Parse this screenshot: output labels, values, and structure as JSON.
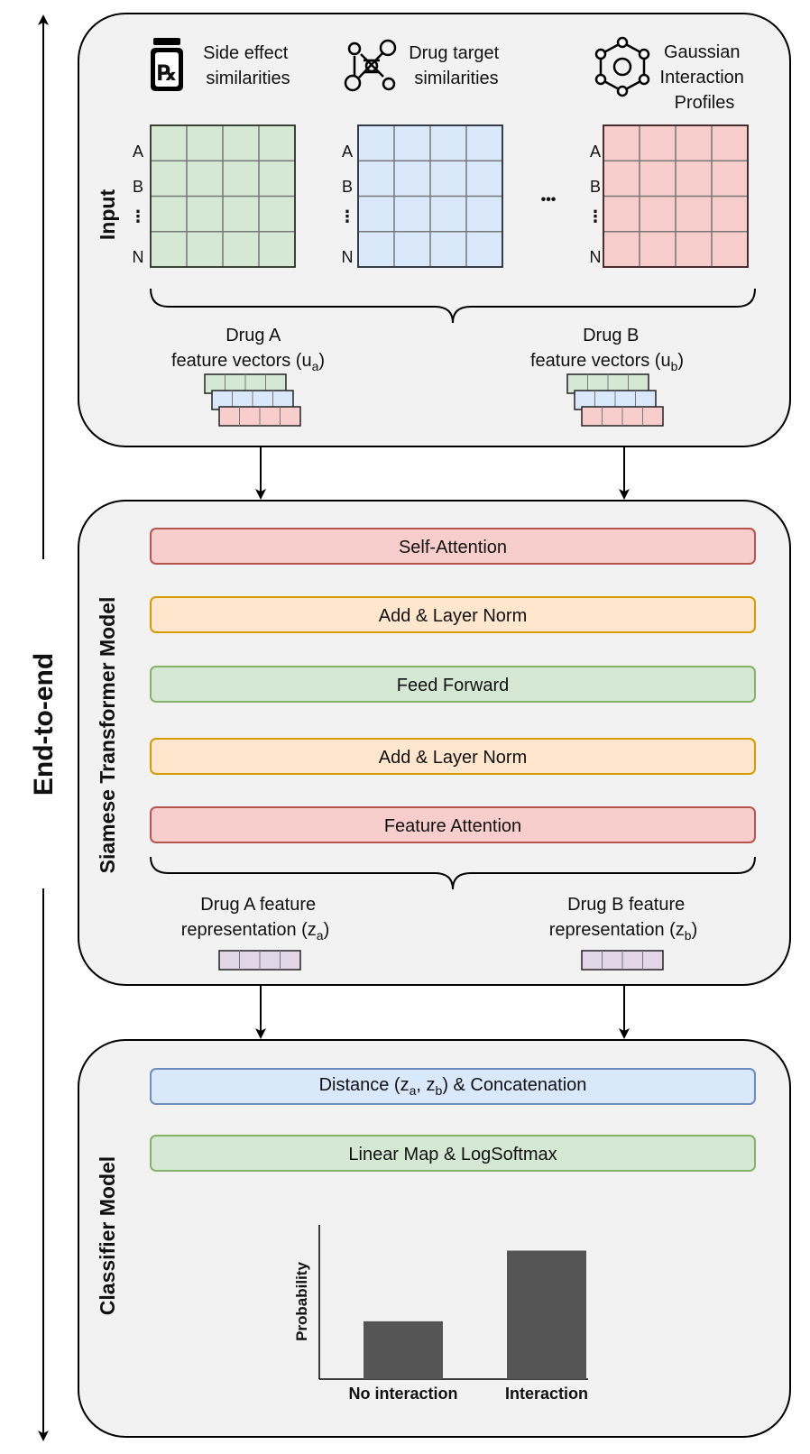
{
  "side_label": "End-to-end",
  "input_panel": {
    "title": "Input",
    "sources": [
      {
        "icon": "rx-bottle-icon",
        "lines": [
          "Side effect",
          "similarities"
        ],
        "color": "#d5e8d4",
        "border": "#82b366"
      },
      {
        "icon": "molecule-network-icon",
        "lines": [
          "Drug target",
          "similarities"
        ],
        "color": "#dae8fc",
        "border": "#6c8ebf"
      },
      {
        "icon": "hexagon-molecule-icon",
        "lines": [
          "Gaussian",
          "Interaction",
          "Profiles"
        ],
        "color": "#f8cecc",
        "border": "#b85450"
      }
    ],
    "row_labels": [
      "A",
      "B",
      "⋮",
      "N"
    ],
    "ellipsis": "•••",
    "drug_a": {
      "line1": "Drug A",
      "line2": "feature vectors (u",
      "sub": "a",
      "close": ")"
    },
    "drug_b": {
      "line1": "Drug B",
      "line2": "feature vectors (u",
      "sub": "b",
      "close": ")"
    }
  },
  "transformer_panel": {
    "title": "Siamese Transformer Model",
    "layers": [
      {
        "label": "Self-Attention",
        "fill": "#f8cecc",
        "stroke": "#b85450"
      },
      {
        "label": "Add & Layer Norm",
        "fill": "#ffe6cc",
        "stroke": "#d79b00"
      },
      {
        "label": "Feed Forward",
        "fill": "#d5e8d4",
        "stroke": "#82b366"
      },
      {
        "label": "Add & Layer Norm",
        "fill": "#ffe6cc",
        "stroke": "#d79b00"
      },
      {
        "label": "Feature Attention",
        "fill": "#f8cecc",
        "stroke": "#b85450"
      }
    ],
    "drug_a": {
      "line1": "Drug A feature",
      "line2": "representation (z",
      "sub": "a",
      "close": ")"
    },
    "drug_b": {
      "line1": "Drug B feature",
      "line2": "representation (z",
      "sub": "b",
      "close": ")"
    },
    "rep_color": "#e1d5e7",
    "rep_border": "#9673a6"
  },
  "classifier_panel": {
    "title": "Classifier Model",
    "distance": {
      "pre": "Distance (z",
      "sub1": "a",
      "mid": ", z",
      "sub2": "b",
      "post": ") & Concatenation",
      "fill": "#dae8fc",
      "stroke": "#6c8ebf"
    },
    "linear": {
      "label": "Linear Map & LogSoftmax",
      "fill": "#d5e8d4",
      "stroke": "#82b366"
    }
  },
  "chart_data": {
    "type": "bar",
    "categories": [
      "No interaction",
      "Interaction"
    ],
    "values": [
      0.45,
      1.0
    ],
    "ylabel": "Probability",
    "xlabel": "",
    "ylim": [
      0,
      1.2
    ],
    "bar_color": "#555555"
  }
}
